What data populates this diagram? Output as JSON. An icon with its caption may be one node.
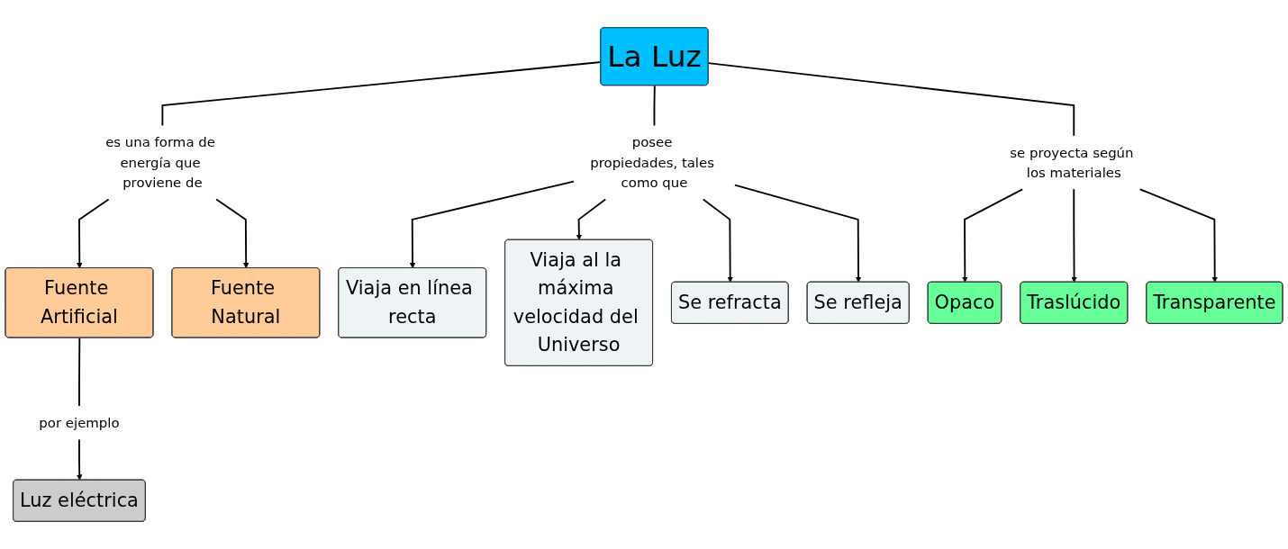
{
  "diagram": {
    "nodes": [
      {
        "text": [
          "La Luz"
        ]
      },
      {
        "text": [
          "es una forma de energía que proviene de"
        ]
      },
      {
        "text": [
          "posee propiedades, tales como que"
        ]
      },
      {
        "text": [
          "se proyecta según los materiales"
        ]
      },
      {
        "text": [
          "Fuente Artificial"
        ]
      },
      {
        "text": [
          "Fuente Natural"
        ]
      },
      {
        "text": [
          "por ejemplo"
        ]
      },
      {
        "text": [
          "Luz eléctrica"
        ]
      },
      {
        "text": [
          "Viaja en línea recta"
        ]
      },
      {
        "text": [
          "Viaja al la máxima velocidad del Universo"
        ]
      },
      {
        "text": [
          "Se refracta"
        ]
      },
      {
        "text": [
          "Se refleja"
        ]
      },
      {
        "text": [
          "Opaco"
        ]
      },
      {
        "text": [
          "Traslúcido"
        ]
      },
      {
        "text": [
          "Transparente"
        ]
      }
    ],
    "edges": [
      {
        "from": 0,
        "to": 1,
        "arrow": "none"
      },
      {
        "from": 0,
        "to": 2,
        "arrow": "none"
      },
      {
        "from": 0,
        "to": 3,
        "arrow": "none"
      },
      {
        "from": 1,
        "to": 4,
        "arrow": "to"
      },
      {
        "from": 1,
        "to": 5,
        "arrow": "to"
      },
      {
        "from": 4,
        "to": 6,
        "arrow": "none"
      },
      {
        "from": 6,
        "to": 7,
        "arrow": "to"
      },
      {
        "from": 2,
        "to": 8,
        "arrow": "to"
      },
      {
        "from": 2,
        "to": 9,
        "arrow": "to"
      },
      {
        "from": 2,
        "to": 10,
        "arrow": "to"
      },
      {
        "from": 2,
        "to": 11,
        "arrow": "to"
      },
      {
        "from": 3,
        "to": 12,
        "arrow": "to"
      },
      {
        "from": 3,
        "to": 13,
        "arrow": "to"
      },
      {
        "from": 3,
        "to": 14,
        "arrow": "to"
      }
    ]
  }
}
